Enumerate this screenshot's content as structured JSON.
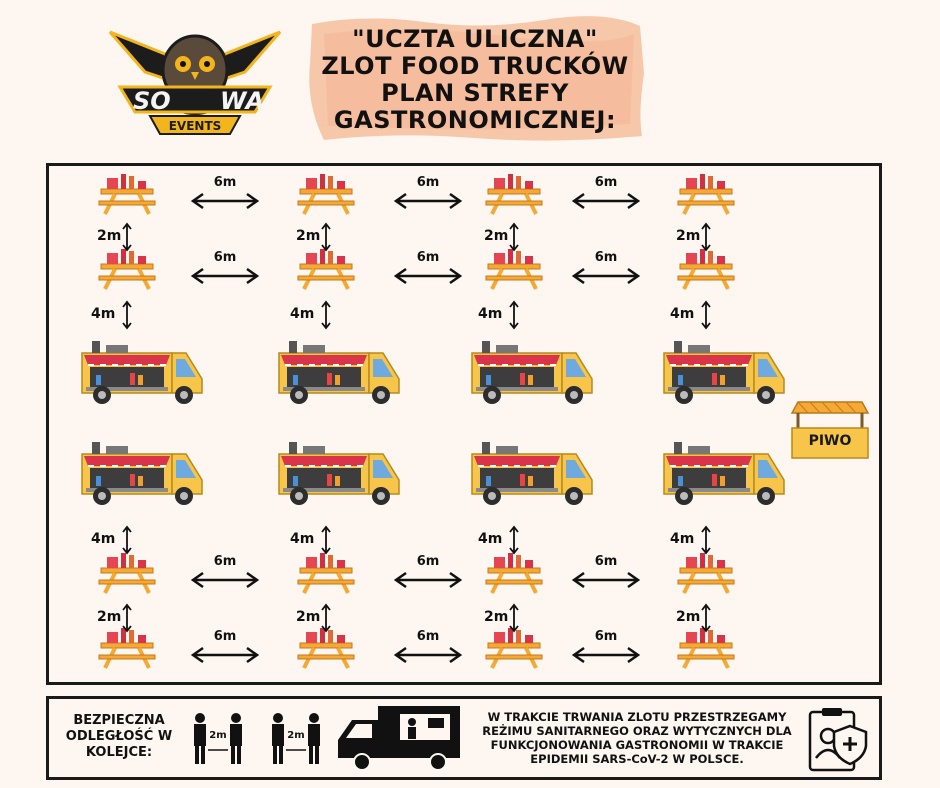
{
  "logo": {
    "text_left": "SO",
    "text_right": "WA",
    "subtext": "EVENTS"
  },
  "title": {
    "line1": "\"UCZTA ULICZNA\"",
    "line2": "ZLOT FOOD TRUCKÓW",
    "line3": "PLAN STREFY",
    "line4": "GASTRONOMICZNEJ:"
  },
  "plan": {
    "columns": 4,
    "distance_between_tables": "6m",
    "distance_between_table_rows": "2m",
    "distance_table_to_truck": "4m"
  },
  "beer_stand": {
    "label": "PIWO"
  },
  "footer": {
    "safe_distance_label": "BEZPIECZNA ODLEGŁOŚĆ W KOLEJCE:",
    "person_gap": "2m",
    "sanitary_notice": "W TRAKCIE TRWANIA ZLOTU PRZESTRZEGAMY REŻIMU SANITARNEGO ORAZ WYTYCZNYCH DLA FUNKCJONOWANIA GASTRONOMII W TRAKCIE EPIDEMII SARS-CoV-2 W POLSCE."
  },
  "colors": {
    "table": "#f4a934",
    "truck_body": "#f7c549",
    "awning": "#d9344a",
    "title_bg": "#f6c2a2"
  }
}
